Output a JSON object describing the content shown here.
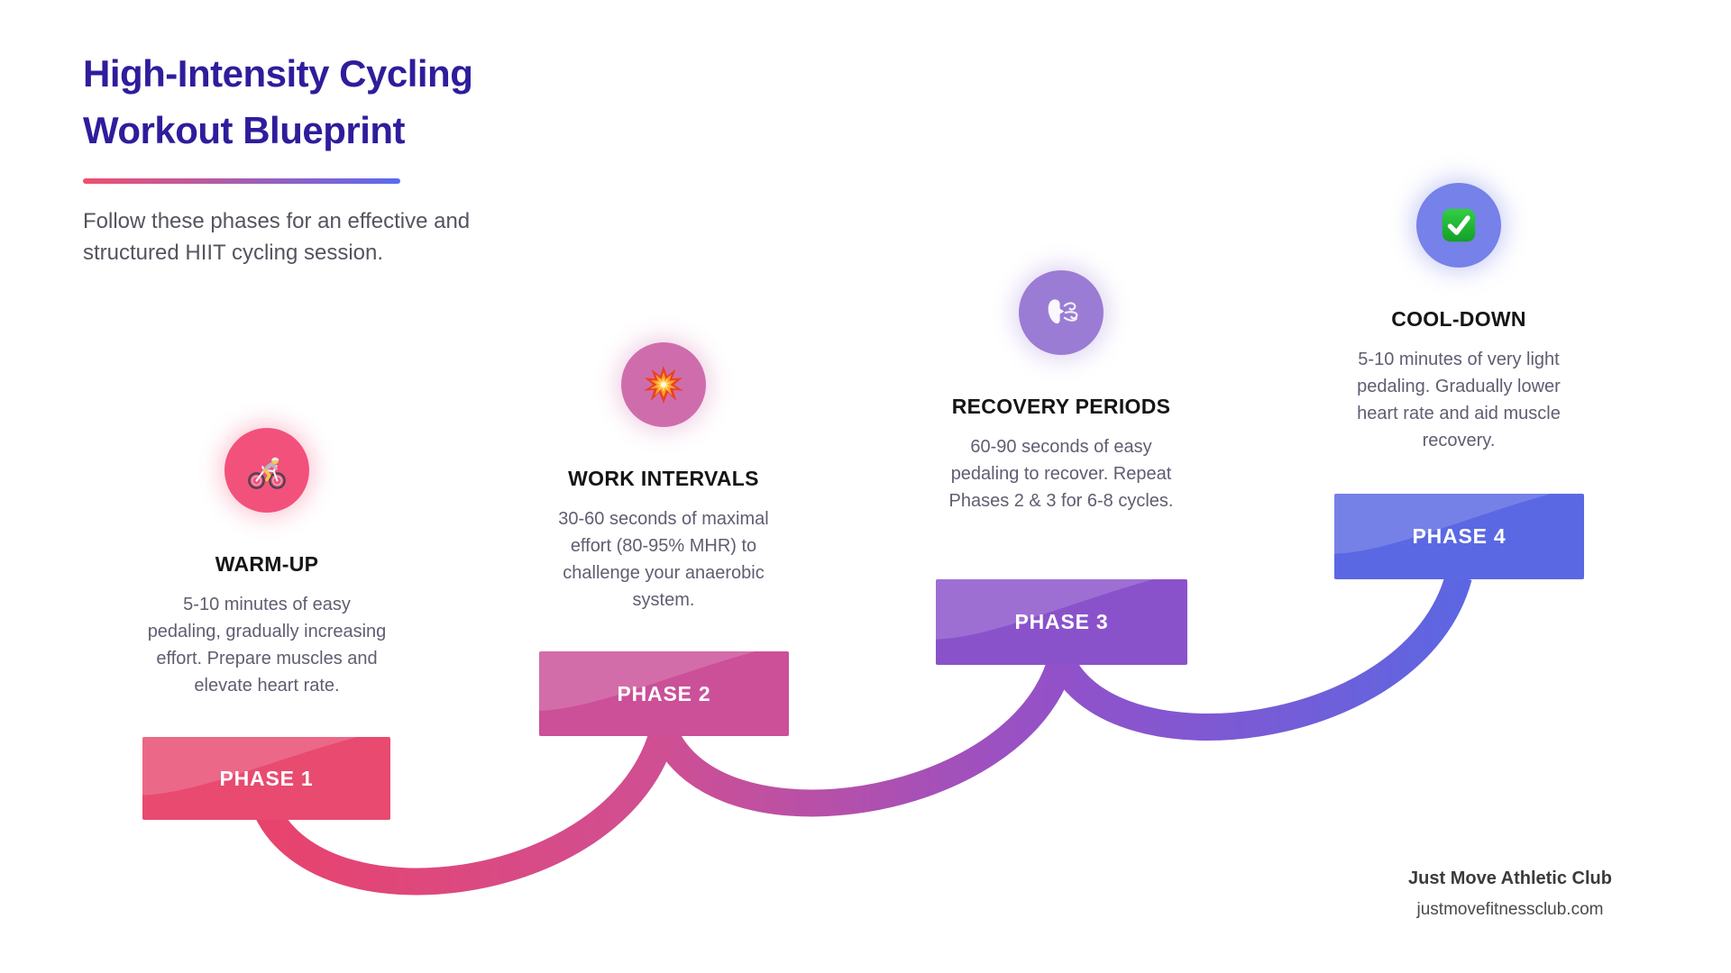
{
  "header": {
    "title_lines": [
      "High-Intensity Cycling",
      "Workout Blueprint"
    ],
    "title_color": "#2e1d9c",
    "underline_colors": [
      "#f1506f",
      "#5a6af1"
    ],
    "subtitle_lines": [
      "Follow these phases for an effective and",
      "structured HIIT cycling session."
    ]
  },
  "phases": [
    {
      "label": "PHASE 1",
      "heading": "WARM-UP",
      "icon": "cyclist",
      "circle_color": "#f2517b",
      "box_color": "#e84a70",
      "desc_lines": [
        "5-10 minutes of easy",
        "pedaling, gradually increasing",
        "effort. Prepare muscles and",
        "elevate heart rate."
      ]
    },
    {
      "label": "PHASE 2",
      "heading": "WORK INTERVALS",
      "icon": "collision-burst",
      "circle_color": "#cf6dac",
      "box_color": "#cb5098",
      "desc_lines": [
        "30-60 seconds of maximal",
        "effort (80-95% MHR) to",
        "challenge your anaerobic",
        "system."
      ]
    },
    {
      "label": "PHASE 3",
      "heading": "RECOVERY PERIODS",
      "icon": "wind-face",
      "circle_color": "#9a7cd4",
      "box_color": "#8a52ca",
      "desc_lines": [
        "60-90 seconds of easy",
        "pedaling to recover. Repeat",
        "Phases 2 & 3 for 6-8 cycles."
      ]
    },
    {
      "label": "PHASE 4",
      "heading": "COOL-DOWN",
      "icon": "check-mark",
      "circle_color": "#7681e9",
      "box_color": "#5b68e3",
      "desc_lines": [
        "5-10 minutes of very light",
        "pedaling. Gradually lower",
        "heart rate and aid muscle",
        "recovery."
      ]
    }
  ],
  "connectors": [
    {
      "from": "#e8436d",
      "to": "#cf4f93"
    },
    {
      "from": "#cf4f93",
      "to": "#9251c9"
    },
    {
      "from": "#9251c9",
      "to": "#5d66e2"
    }
  ],
  "footer": {
    "org": "Just Move Athletic Club",
    "website": "justmovefitnessclub.com"
  }
}
